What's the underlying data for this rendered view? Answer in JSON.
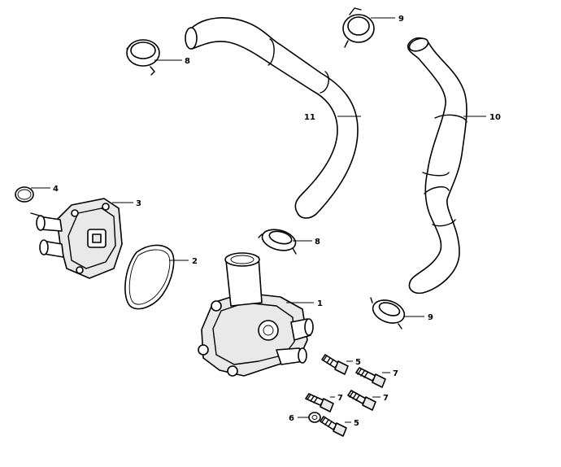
{
  "callouts": {
    "c1": "1",
    "c2": "2",
    "c3": "3",
    "c4": "4",
    "c5a": "5",
    "c5b": "5",
    "c6": "6",
    "c7a": "7",
    "c7b": "7",
    "c7c": "7",
    "c8a": "8",
    "c8b": "8",
    "c9a": "9",
    "c9b": "9",
    "c10": "10",
    "c11": "11"
  }
}
